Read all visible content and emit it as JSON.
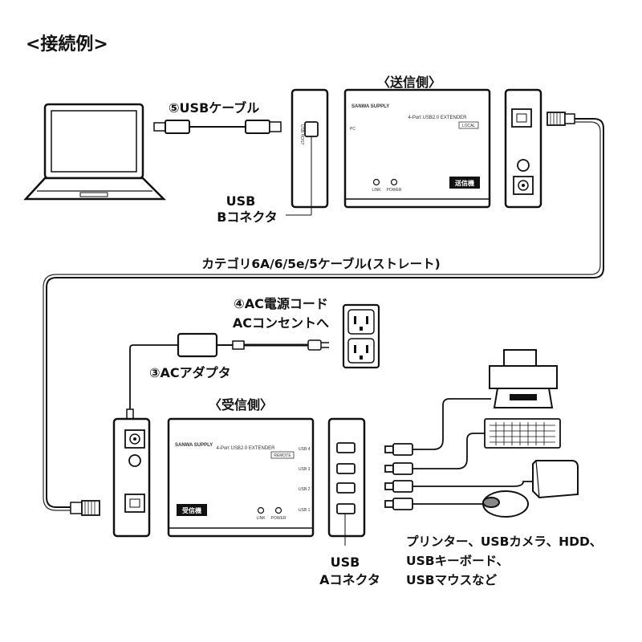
{
  "title": "<接続例>",
  "sender": {
    "header": "〈送信側〉",
    "brand": "SANWA SUPPLY",
    "model_text": "4-Port USB2.0 EXTENDER",
    "tag": "LOCAL",
    "side_label": "PC",
    "led_link": "LINK",
    "led_power": "POWER",
    "unit_name": "送信機"
  },
  "receiver": {
    "header": "〈受信側〉",
    "brand": "SANWA SUPPLY",
    "model_text": "4-Port USB2.0 EXTENDER",
    "tag": "REMOTE",
    "unit_name": "受信機",
    "led_link": "LINK",
    "led_power": "POWER",
    "ports": [
      "USB 4",
      "USB 3",
      "USB 2",
      "USB 1"
    ]
  },
  "labels": {
    "usb_cable": "⑤USBケーブル",
    "usb_b_line1": "USB",
    "usb_b_line2": "Bコネクタ",
    "category_cable": "カテゴリ6A/6/5e/5ケーブル(ストレート)",
    "ac_cord": "④AC電源コード",
    "ac_outlet": "ACコンセントへ",
    "ac_adapter": "③ACアダプタ",
    "usb_a_line1": "USB",
    "usb_a_line2": "Aコネクタ",
    "devices_line1": "プリンター、USBカメラ、HDD、",
    "devices_line2": "USBキーボード、",
    "devices_line3": "USBマウスなど"
  },
  "icons": [
    "laptop-icon",
    "printer-icon",
    "keyboard-icon",
    "hdd-icon",
    "mouse-icon",
    "outlet-icon",
    "ac-adapter-icon"
  ]
}
